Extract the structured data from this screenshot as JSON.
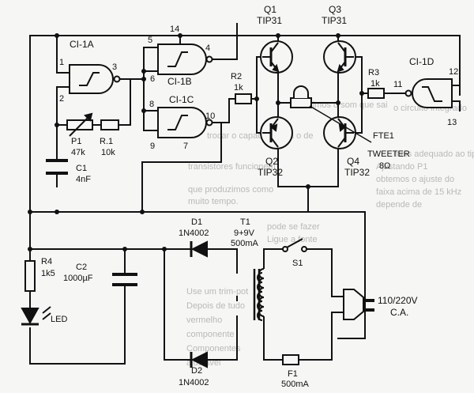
{
  "background": {
    "paper_color": "#f6f6f4",
    "ink_color": "#111111",
    "bleed_lines": [
      "ouvimos o som que sai",
      "trocar o capacitor para o de",
      "transistores funcionem",
      "mais adequado ao tipo de",
      "que produzimos como",
      "muito tempo.",
      "o circuito integrado",
      "Ajustando P1",
      "obtemos o ajuste do",
      "faixa acima de 15 kHz",
      "depende de",
      "pode se fazer",
      "Ligue a fonte",
      "Use um trim-pot",
      "Depois de tudo",
      "vermelho",
      "componente",
      "Componentes",
      "ajustável"
    ]
  },
  "labels": {
    "ic_a": "CI-1A",
    "ic_b": "CI-1B",
    "ic_c": "CI-1C",
    "ic_d": "CI-1D",
    "pin_1": "1",
    "pin_2": "2",
    "pin_3": "3",
    "pin_4": "4",
    "pin_5": "5",
    "pin_6": "6",
    "pin_7": "7",
    "pin_8": "8",
    "pin_9": "9",
    "pin_10": "10",
    "pin_11": "11",
    "pin_12": "12",
    "pin_13": "13",
    "pin_14": "14",
    "q1": "Q1",
    "q1_type": "TIP31",
    "q2": "Q2",
    "q2_type": "TIP32",
    "q3": "Q3",
    "q3_type": "TIP31",
    "q4": "Q4",
    "q4_type": "TIP32",
    "r1": "R.1",
    "r1_val": "10k",
    "r2": "R2",
    "r2_val": "1k",
    "r3": "R3",
    "r3_val": "1k",
    "r4": "R4",
    "r4_val": "1k5",
    "p1": "P1",
    "p1_val": "47k",
    "c1": "C1",
    "c1_val": "4nF",
    "c2": "C2",
    "c2_val": "1000µF",
    "tweeter_ref": "FTE1",
    "tweeter_name": "TWEETER",
    "tweeter_imp": "8Ω",
    "d1": "D1",
    "d1_type": "1N4002",
    "d2": "D2",
    "d2_type": "1N4002",
    "t1": "T1",
    "t1_val": "9+9V",
    "t1_cur": "500mA",
    "s1": "S1",
    "f1": "F1",
    "f1_val": "500mA",
    "mains": "110/220V",
    "mains_type": "C.A.",
    "led": "LED"
  }
}
